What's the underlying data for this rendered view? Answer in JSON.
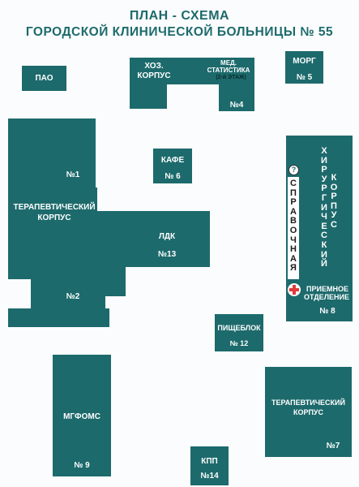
{
  "header": {
    "title_line1": "ПЛАН - СХЕМА",
    "title_line2": "ГОРОДСКОЙ КЛИНИЧЕСКОЙ БОЛЬНИЦЫ № 55"
  },
  "buildings": {
    "pao": "ПАО",
    "hoz": [
      "ХОЗ.",
      "КОРПУС"
    ],
    "med_stat": [
      "МЕД.",
      "СТАТИСТИКА"
    ],
    "med_stat_floor": "(2-й ЭТАЖ)",
    "b4": "№4",
    "morg": "МОРГ",
    "b5": "№ 5",
    "b1": "№1",
    "terap_main": [
      "ТЕРАПЕВТИЧЕСКИЙ",
      "КОРПУС"
    ],
    "b2": "№2",
    "ldk": "ЛДК",
    "b13": "№13",
    "kafe": "КАФЕ",
    "b6": "№ 6",
    "surgical_vertical": "ХИРУРГИЧЕСКИЙ КОРПУС",
    "spravochnaya": "СПРАВОЧНАЯ",
    "priem": [
      "ПРИЕМНОЕ",
      "ОТДЕЛЕНИЕ"
    ],
    "b8": "№ 8",
    "pishcheblok": "ПИЩЕБЛОК",
    "b12": "№ 12",
    "mgfoms": "МГФОМС",
    "b9": "№ 9",
    "terap_7": [
      "ТЕРАПЕВТИЧЕСКИЙ",
      "КОРПУС"
    ],
    "b7": "№7",
    "kpp": "КПП",
    "b14": "№14"
  },
  "icons": {
    "help": "?",
    "colors": {
      "building": "#1d6a6c",
      "title": "#1d6a6c",
      "cross": "#e23a3a",
      "background": "#fbfcfd"
    }
  }
}
